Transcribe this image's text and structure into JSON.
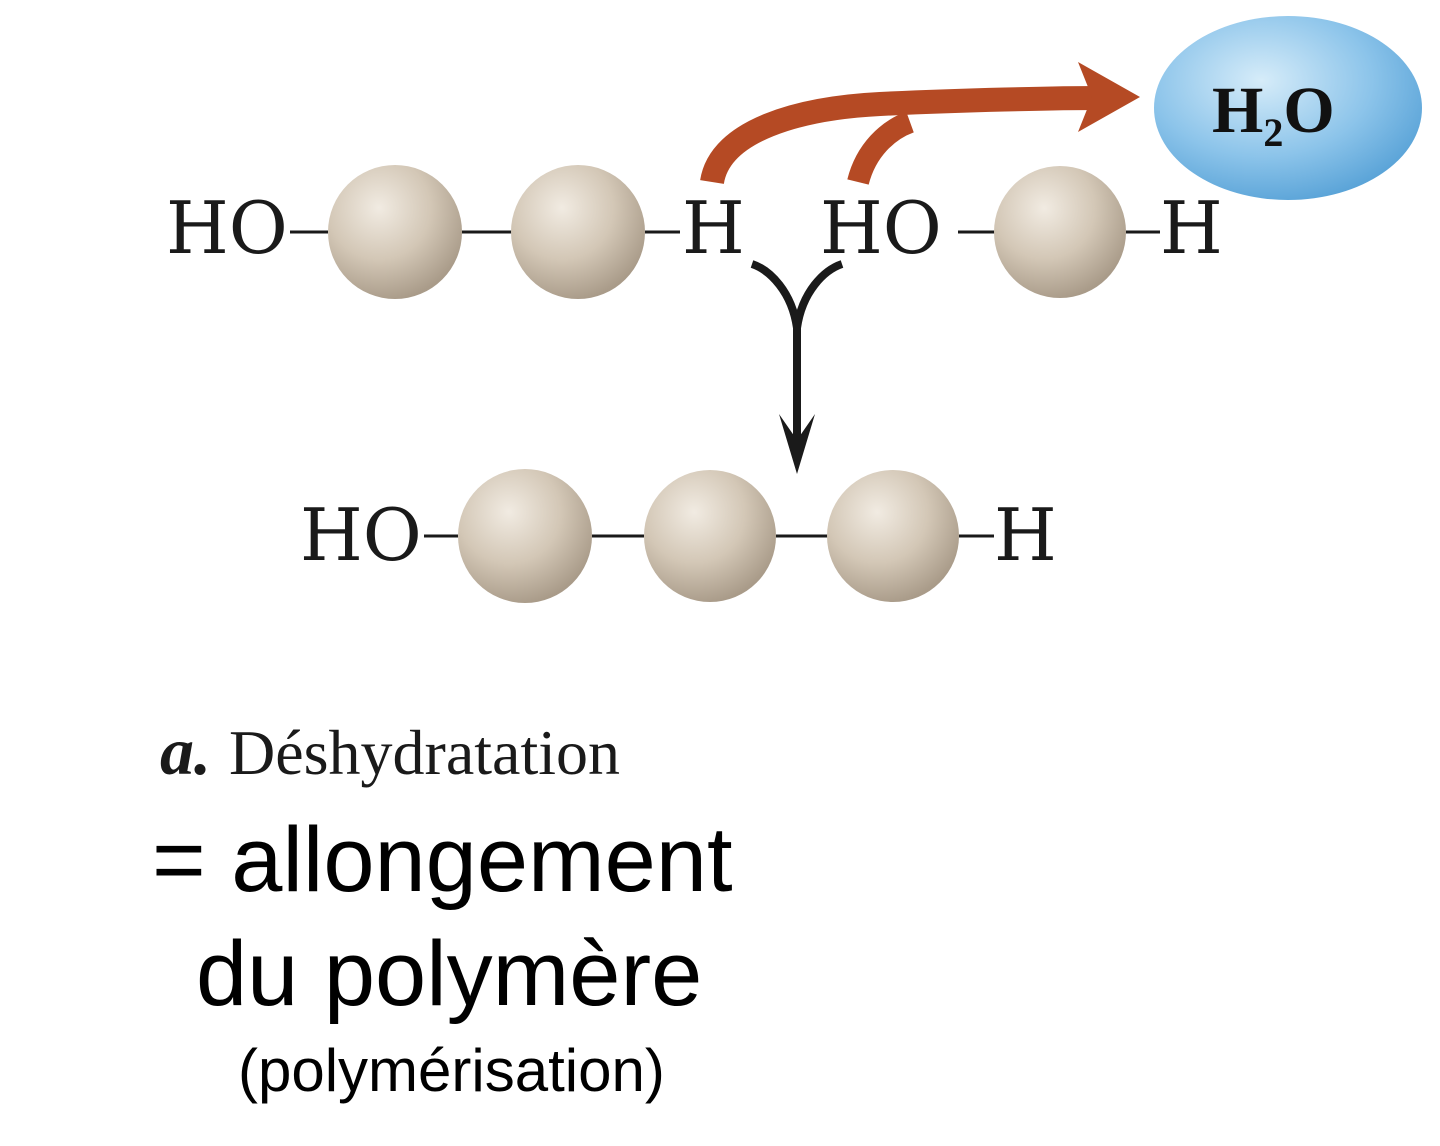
{
  "reaction": {
    "monomer_chain_left": {
      "start_group": "HO",
      "end_group": "H",
      "units": 2
    },
    "monomer_right": {
      "start_group": "HO",
      "end_group": "H",
      "units": 1
    },
    "product_chain": {
      "start_group": "HO",
      "end_group": "H",
      "units": 3
    },
    "released_molecule": {
      "main": "H",
      "subscript": "2",
      "tail": "O"
    }
  },
  "caption": {
    "letter": "a.",
    "title": "Déshydratation",
    "line1": "= allongement",
    "line2": "du polymère",
    "line3": "(polymérisation)"
  },
  "colors": {
    "bead": "#cfc3b2",
    "bead_highlight": "#f1ebe2",
    "bead_shadow": "#b3a593",
    "removal_arrow": "#b54a24",
    "water_bubble": "#6fb2e0",
    "water_bubble_light": "#d6ecf9",
    "reaction_arrow": "#1a1a1a",
    "bond": "#1a1a1a"
  }
}
